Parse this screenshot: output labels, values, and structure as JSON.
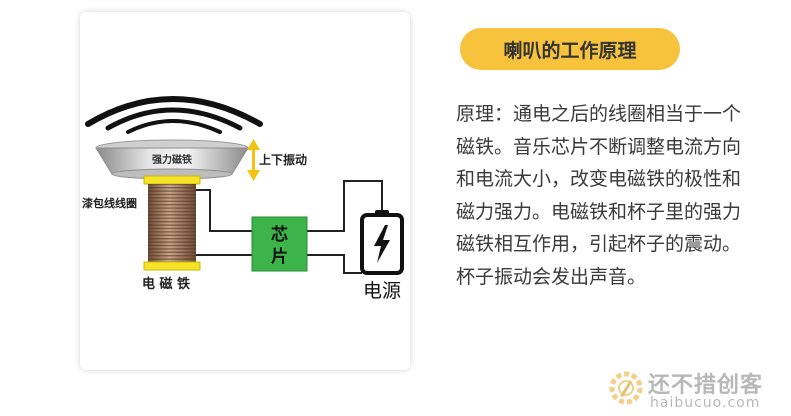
{
  "diagram": {
    "magnet_label": "强力磁铁",
    "vibration_label": "上下振动",
    "coil_label": "漆包线线圈",
    "chip_label_line1": "芯",
    "chip_label_line2": "片",
    "electromagnet_label": "电 磁 铁",
    "power_label": "电源"
  },
  "panel": {
    "title": "喇叭的工作原理",
    "description": "原理：通电之后的线圈相当于一个磁铁。音乐芯片不断调整电流方向和电流大小，改变电磁铁的极性和磁力强力。电磁铁和杯子里的强力磁铁相互作用，引起杯子的震动。杯子振动会发出声音。"
  },
  "watermark": {
    "line1": "还不措创客",
    "line2": "haibucuo.com"
  },
  "colors": {
    "title_pill": "#f7c23c",
    "chip": "#3cb44a",
    "magnet_yellow": "#f5e32a",
    "wire": "#222222",
    "arrow": "#f1c40f"
  }
}
